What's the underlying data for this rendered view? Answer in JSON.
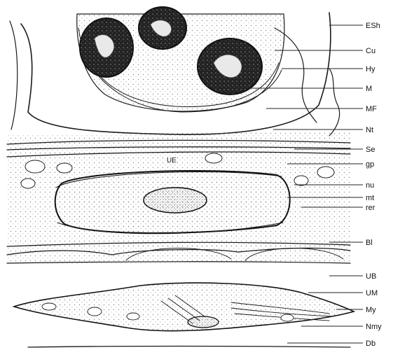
{
  "figure": {
    "labels": {
      "esh": "ESh",
      "cu": "Cu",
      "hy": "Hy",
      "m": "M",
      "mf": "MF",
      "nt": "Nt",
      "se": "Se",
      "gp": "gp",
      "nu": "nu",
      "mt": "mt",
      "rer": "rer",
      "bl": "Bl",
      "ub": "UB",
      "um": "UM",
      "my": "My",
      "nmy": "Nmy",
      "db": "Db"
    },
    "inside_labels": {
      "ue": "UE"
    },
    "colors": {
      "ink": "#1a1a1a",
      "paper": "#ffffff",
      "stipple": "#bdbdbd"
    }
  }
}
